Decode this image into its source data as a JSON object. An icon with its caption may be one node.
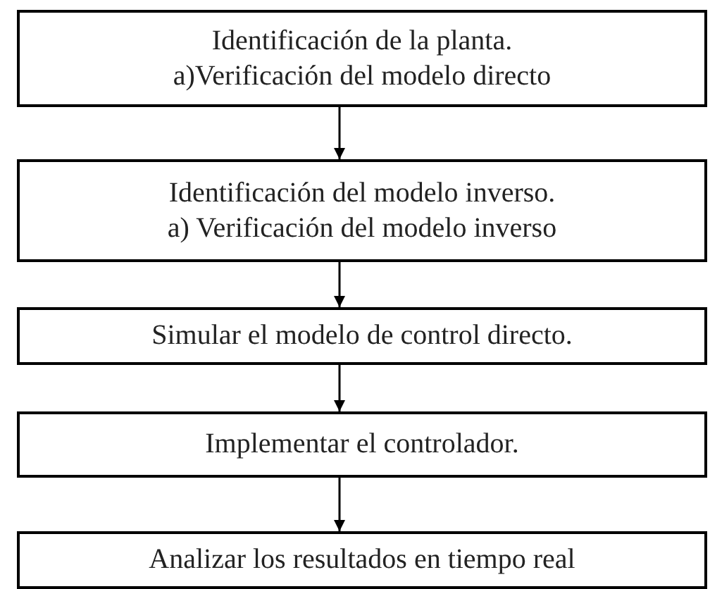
{
  "diagram": {
    "nodes": [
      {
        "text": [
          "Identificación de la planta.",
          "a)Verificación del modelo directo"
        ]
      },
      {
        "text": [
          "Identificación del modelo inverso.",
          "a) Verificación del modelo inverso"
        ]
      },
      {
        "text": [
          "Simular el modelo de control directo."
        ]
      },
      {
        "text": [
          "Implementar el controlador."
        ]
      },
      {
        "text": [
          "Analizar los resultados en tiempo real"
        ]
      }
    ],
    "edges": [
      {
        "from": 0,
        "to": 1,
        "arrow": "to"
      },
      {
        "from": 1,
        "to": 2,
        "arrow": "to"
      },
      {
        "from": 2,
        "to": 3,
        "arrow": "to"
      },
      {
        "from": 3,
        "to": 4,
        "arrow": "to"
      }
    ]
  }
}
